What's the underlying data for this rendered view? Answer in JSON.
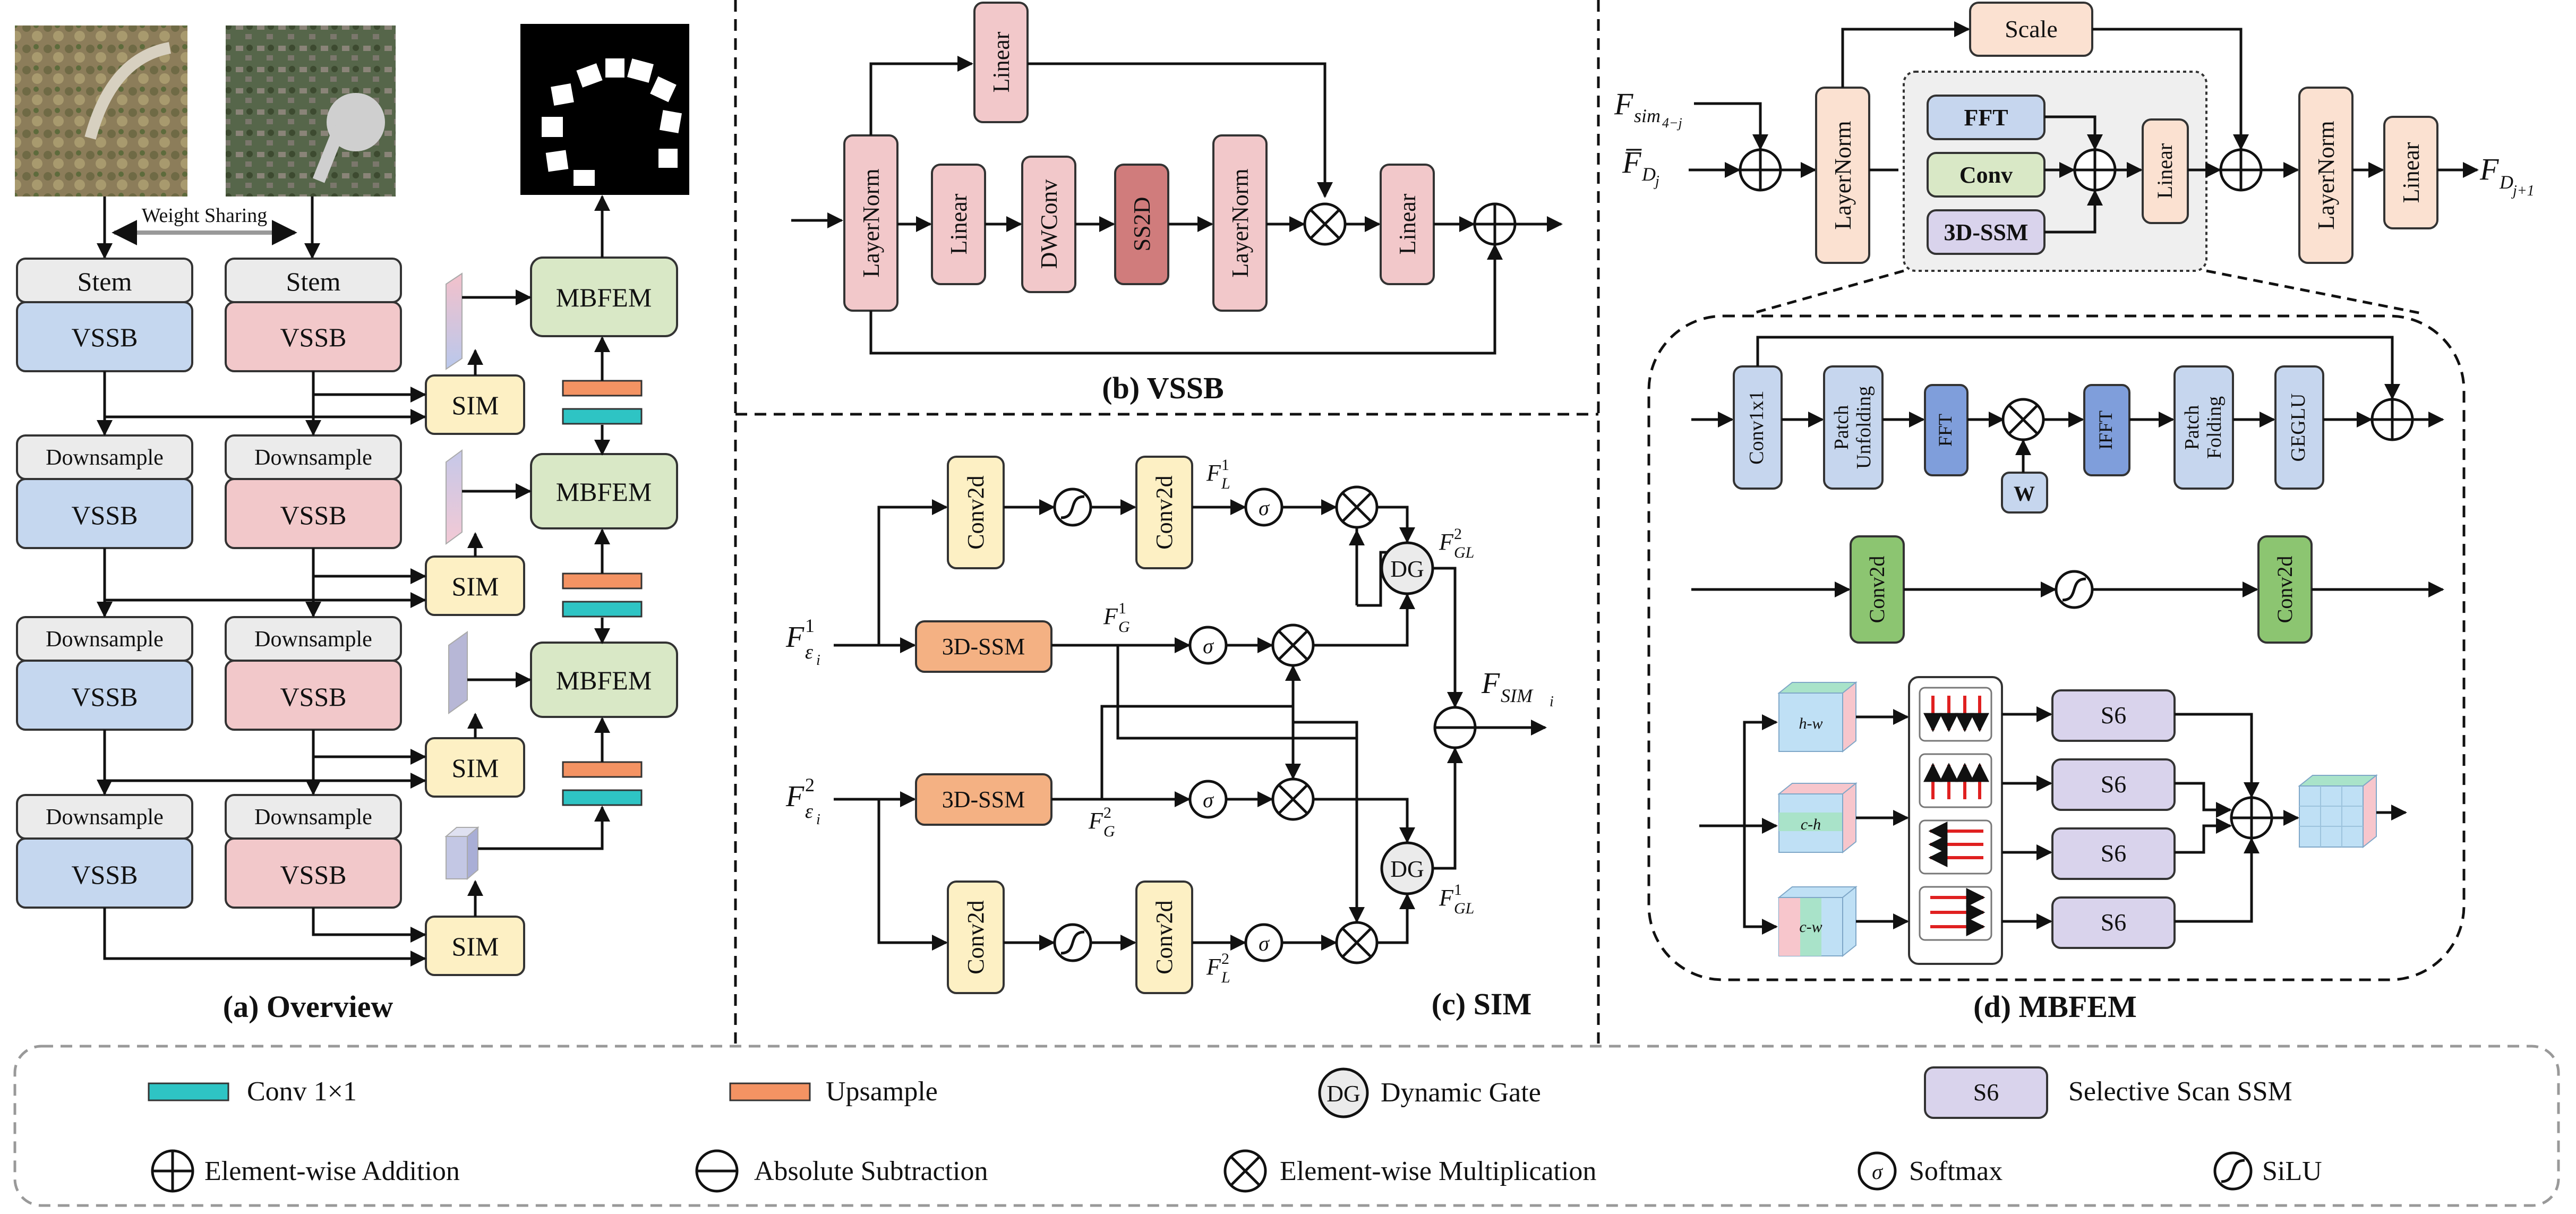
{
  "colors": {
    "blue": "#c5d7ef",
    "pink": "#f2c8ca",
    "yellow": "#fdf0c4",
    "green": "#d9e8c6",
    "gray": "#ebebeb",
    "teal": "#2ec4c4",
    "orange": "#f49363",
    "darkblue": "#7f9edb",
    "lightblue": "#c6d6ee",
    "darkgreen": "#8cc571",
    "orange3d": "#f4b183",
    "purple": "#d9d3ec",
    "ss2d": "#d07c7c",
    "peach": "#fbe1d1"
  },
  "overview": {
    "weight_sharing": "Weight Sharing",
    "stem": "Stem",
    "vssb": "VSSB",
    "downsample": "Downsample",
    "sim": "SIM",
    "mbfem": "MBFEM",
    "caption": "(a) Overview"
  },
  "vssb": {
    "layernorm": "LayerNorm",
    "linear": "Linear",
    "dwconv": "DWConv",
    "ss2d": "SS2D",
    "caption": "(b) VSSB"
  },
  "sim": {
    "conv2d": "Conv2d",
    "ssm": "3D-SSM",
    "dg": "DG",
    "sigma": "σ",
    "f_e": "F",
    "sub_e1": "ε",
    "sub_i": "i",
    "sup1": "1",
    "sup2": "2",
    "f_l": "F",
    "sub_l": "L",
    "f_g": "F",
    "sub_g": "G",
    "sub_gl": "GL",
    "f_sim": "F",
    "sub_sim": "SIM",
    "caption": "(c) SIM"
  },
  "mbfem": {
    "scale": "Scale",
    "layernorm": "LayerNorm",
    "fft": "FFT",
    "conv": "Conv",
    "ssm": "3D-SSM",
    "linear": "Linear",
    "f_sim_in": "F",
    "sub_sim_in": "sim",
    "sub_sim_idx": "4−j",
    "f_d_in": "F̅",
    "sub_d": "D",
    "sub_j": "j",
    "f_out": "F",
    "sub_out_j": "j+1",
    "conv1x1": "Conv1x1",
    "patch_unfolding": "Patch Unfolding",
    "patch": "Patch",
    "unfolding": "Unfolding",
    "folding": "Folding",
    "fft_small": "FFT",
    "ifft": "IFFT",
    "w": "W",
    "geglu": "GEGLU",
    "conv2d": "Conv2d",
    "s6": "S6",
    "hw": "h-w",
    "ch": "c-h",
    "cw": "c-w",
    "caption": "(d) MBFEM"
  },
  "legend": {
    "conv1x1": "Conv 1×1",
    "upsample": "Upsample",
    "dg_symbol": "DG",
    "dynamic_gate": "Dynamic Gate",
    "s6_symbol": "S6",
    "selective_scan": "Selective Scan SSM",
    "addition": "Element-wise Addition",
    "subtraction": "Absolute Subtraction",
    "multiplication": "Element-wise Multiplication",
    "sigma": "σ",
    "softmax": "Softmax",
    "silu": "SiLU"
  }
}
